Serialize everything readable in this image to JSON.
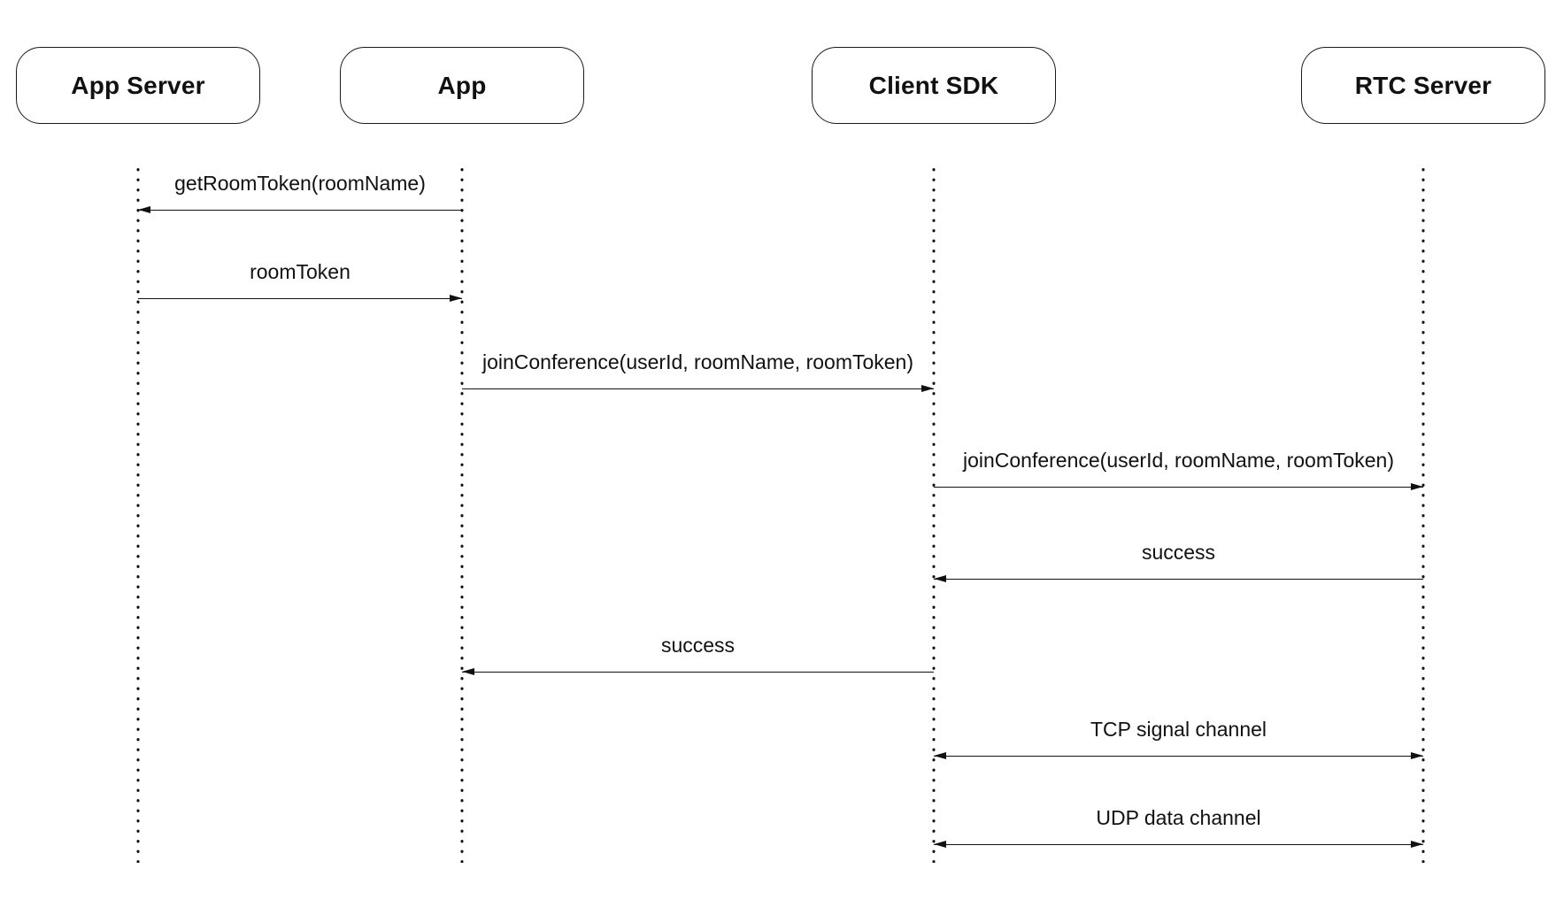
{
  "diagram": {
    "type": "sequence-diagram",
    "colors": {
      "background": "#ffffff",
      "line": "#111111",
      "text": "#111111",
      "box_fill": "#ffffff",
      "box_border": "#1a1a1a"
    },
    "actors": [
      {
        "id": "app-server",
        "label": "App Server"
      },
      {
        "id": "app",
        "label": "App"
      },
      {
        "id": "client-sdk",
        "label": "Client SDK"
      },
      {
        "id": "rtc-server",
        "label": "RTC Server"
      }
    ],
    "messages": [
      {
        "label": "getRoomToken(roomName)",
        "from": "app",
        "to": "app-server",
        "direction": "left"
      },
      {
        "label": "roomToken",
        "from": "app-server",
        "to": "app",
        "direction": "right"
      },
      {
        "label": "joinConference(userId, roomName, roomToken)",
        "from": "app",
        "to": "client-sdk",
        "direction": "right"
      },
      {
        "label": "joinConference(userId, roomName, roomToken)",
        "from": "client-sdk",
        "to": "rtc-server",
        "direction": "right"
      },
      {
        "label": "success",
        "from": "rtc-server",
        "to": "client-sdk",
        "direction": "left"
      },
      {
        "label": "success",
        "from": "client-sdk",
        "to": "app",
        "direction": "left"
      },
      {
        "label": "TCP signal channel",
        "from": "client-sdk",
        "to": "rtc-server",
        "direction": "both"
      },
      {
        "label": "UDP data channel",
        "from": "client-sdk",
        "to": "rtc-server",
        "direction": "both"
      }
    ]
  }
}
